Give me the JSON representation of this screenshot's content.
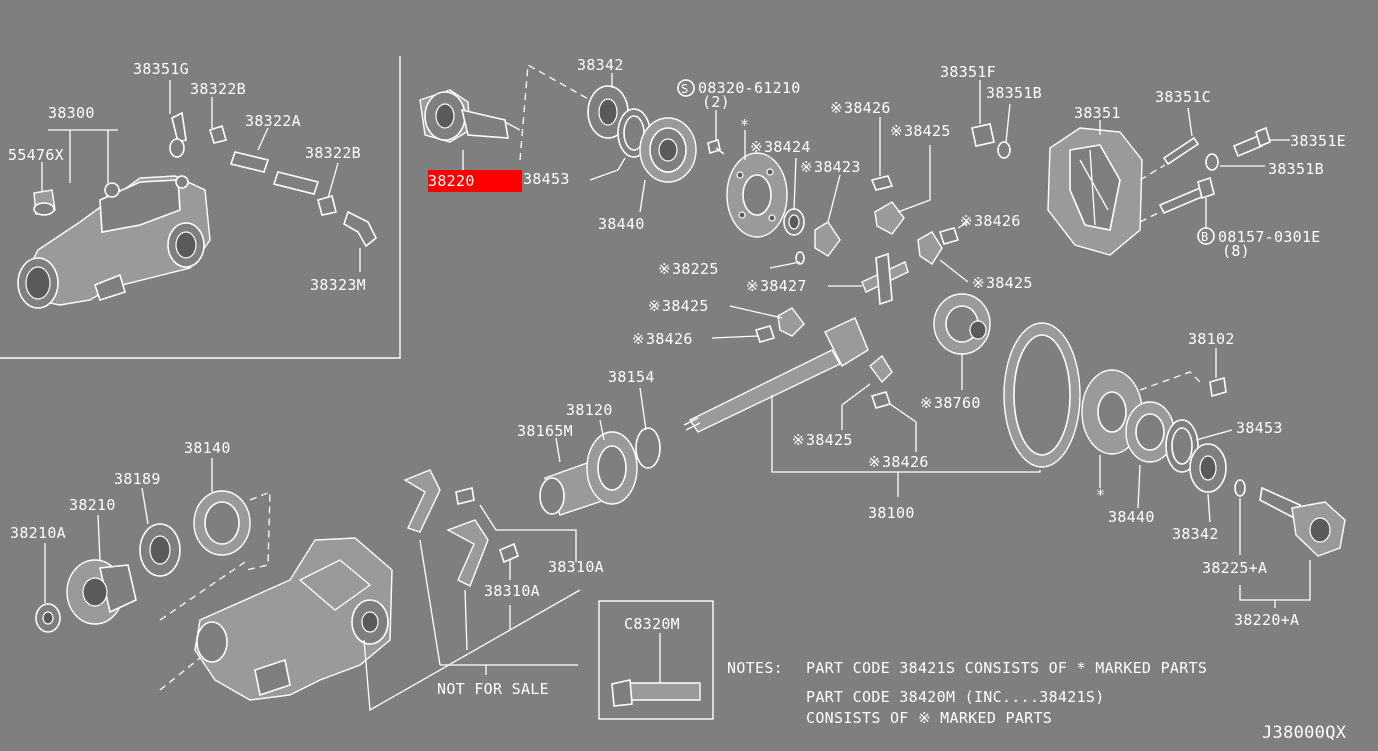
{
  "diagram_id": "J38000QX",
  "colors": {
    "background": "#7f7f7f",
    "line": "#ffffff",
    "highlight": "#ff0000"
  },
  "highlighted_part": "38220",
  "labels": {
    "p38300": "38300",
    "p55476x": "55476X",
    "p38351g": "38351G",
    "p38322b_1": "38322B",
    "p38322a": "38322A",
    "p38322b_2": "38322B",
    "p38323m": "38323M",
    "p38220": "38220",
    "p38342_top": "38342",
    "p38453_top": "38453",
    "p38440_top": "38440",
    "s08320": "08320-61210",
    "s08320_qty": "(2)",
    "p38424": "38424",
    "p38423": "38423",
    "p38426_a": "38426",
    "p38425_a": "38425",
    "p38351f": "38351F",
    "p38351b_1": "38351B",
    "p38351": "38351",
    "p38351c": "38351C",
    "p38351e": "38351E",
    "p38351b_2": "38351B",
    "b08157": "08157-0301E",
    "b08157_qty": "(8)",
    "p38426_b": "38426",
    "p38225": "38225",
    "p38427": "38427",
    "p38425_b": "38425",
    "p38425_c": "38425",
    "p38426_c": "38426",
    "p38154": "38154",
    "p38120": "38120",
    "p38165m": "38165M",
    "p38760": "38760",
    "p38102": "38102",
    "p38453_bot": "38453",
    "p38425_d": "38425",
    "p38426_d": "38426",
    "p38100": "38100",
    "p38440_bot": "38440",
    "p38342_bot": "38342",
    "p38225a": "38225+A",
    "p38220a": "38220+A",
    "p38140": "38140",
    "p38189": "38189",
    "p38210": "38210",
    "p38210a": "38210A",
    "p38310a_1": "38310A",
    "p38310a_2": "38310A",
    "not_for_sale": "NOT FOR SALE",
    "c8320m": "C8320M"
  },
  "star": "※",
  "circle_s": "S",
  "circle_b": "B",
  "cross_marker": "*",
  "notes": {
    "label": "NOTES:",
    "line1": "PART CODE 38421S CONSISTS OF * MARKED PARTS",
    "line2": "PART CODE 38420M  (INC....38421S)",
    "line3": "CONSISTS OF ※ MARKED PARTS"
  }
}
